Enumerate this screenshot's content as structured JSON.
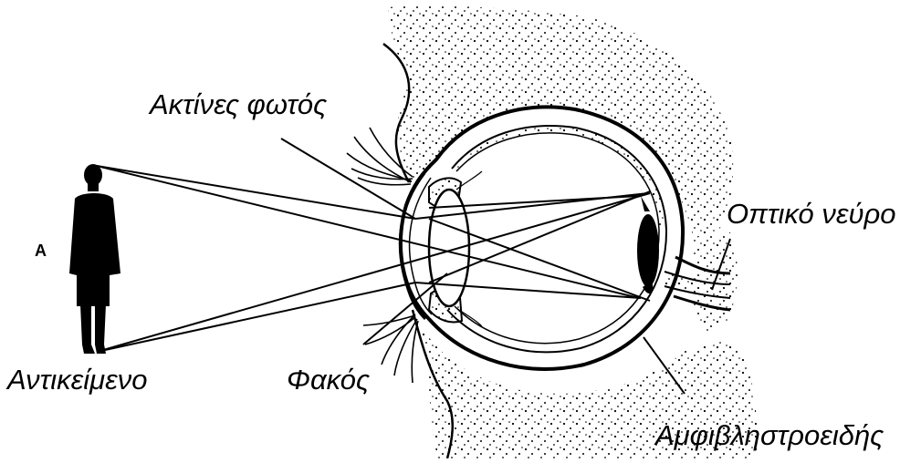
{
  "labels": {
    "light_rays": "Ακτίνες φωτός",
    "optic_nerve": "Οπτικό νεύρο",
    "object": "Αντικείμενο",
    "lens": "Φακός",
    "retina": "Αμφιβληστροειδής",
    "marker_a": "A"
  }
}
